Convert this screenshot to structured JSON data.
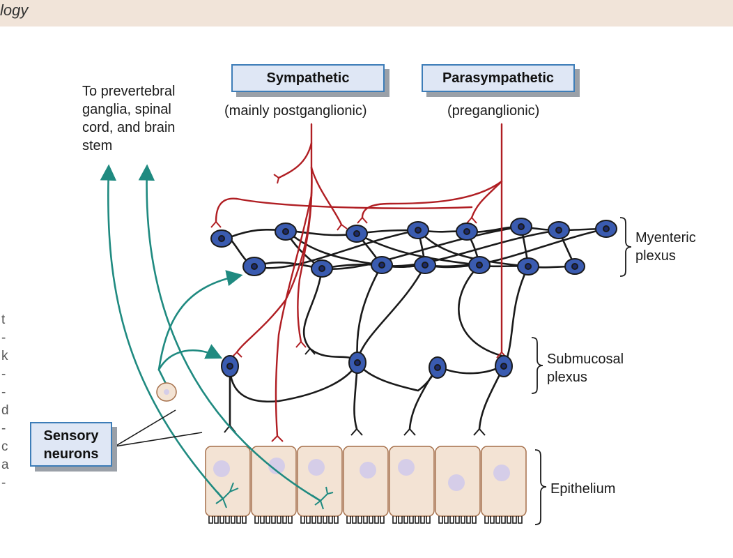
{
  "header": {
    "title": "logy"
  },
  "labels": {
    "prevertebral": [
      "To prevertebral",
      "ganglia, spinal",
      "cord, and brain",
      "stem"
    ],
    "sympathetic": "Sympathetic",
    "sympathetic_sub": "(mainly postganglionic)",
    "parasympathetic": "Parasympathetic",
    "parasympathetic_sub": "(preganglionic)",
    "myenteric": [
      "Myenteric",
      "plexus"
    ],
    "submucosal": [
      "Submucosal",
      "plexus"
    ],
    "sensory": [
      "Sensory",
      "neurons"
    ],
    "epithelium": "Epithelium"
  },
  "cut_text": [
    "t",
    "-",
    "k",
    "-",
    "-",
    "d",
    "-",
    "c",
    "a",
    "-"
  ],
  "colors": {
    "sympathetic_fiber": "#b01e23",
    "sensory_fiber": "#1f8a80",
    "neuron_body": "#3a5bb0",
    "box_fill": "#dfe7f5",
    "box_border": "#3d7db8",
    "epithelium_fill": "#f3e3d4",
    "header_band": "#f1e4d9"
  }
}
